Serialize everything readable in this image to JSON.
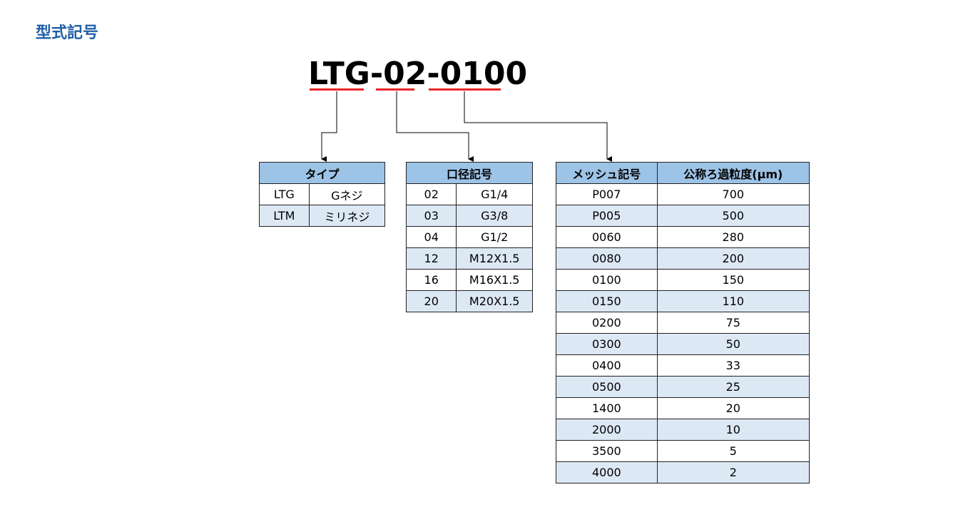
{
  "page_title": "型式記号",
  "model_code": {
    "type": "LTG",
    "sep1": "-",
    "port": "02",
    "sep2": "-",
    "mesh": "0100"
  },
  "colors": {
    "title": "#1f5fa6",
    "underline": "#e8262a",
    "header_bg": "#9dc3e6",
    "row_alt_bg": "#dde8f5"
  },
  "type_table": {
    "header": "タイプ",
    "rows": [
      [
        "LTG",
        "Gネジ"
      ],
      [
        "LTM",
        "ミリネジ"
      ]
    ]
  },
  "port_table": {
    "header": "口径記号",
    "rows": [
      [
        "02",
        "G1/4"
      ],
      [
        "03",
        "G3/8"
      ],
      [
        "04",
        "G1/2"
      ],
      [
        "12",
        "M12X1.5"
      ],
      [
        "16",
        "M16X1.5"
      ],
      [
        "20",
        "M20X1.5"
      ]
    ]
  },
  "mesh_table": {
    "headers": [
      "メッシュ記号",
      "公称ろ過粒度(μm)"
    ],
    "rows": [
      [
        "P007",
        "700"
      ],
      [
        "P005",
        "500"
      ],
      [
        "0060",
        "280"
      ],
      [
        "0080",
        "200"
      ],
      [
        "0100",
        "150"
      ],
      [
        "0150",
        "110"
      ],
      [
        "0200",
        "75"
      ],
      [
        "0300",
        "50"
      ],
      [
        "0400",
        "33"
      ],
      [
        "0500",
        "25"
      ],
      [
        "1400",
        "20"
      ],
      [
        "2000",
        "10"
      ],
      [
        "3500",
        "5"
      ],
      [
        "4000",
        "2"
      ]
    ]
  }
}
